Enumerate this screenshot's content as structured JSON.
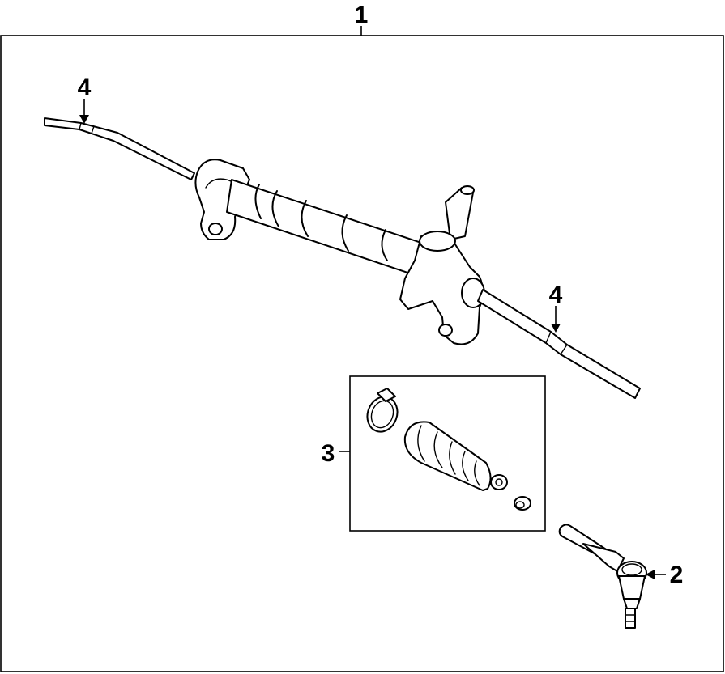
{
  "diagram": {
    "callouts": {
      "assembly": "1",
      "tie_rod_end": "2",
      "boot_kit": "3",
      "inner_tie_rod_left": "4",
      "inner_tie_rod_right": "4"
    }
  }
}
